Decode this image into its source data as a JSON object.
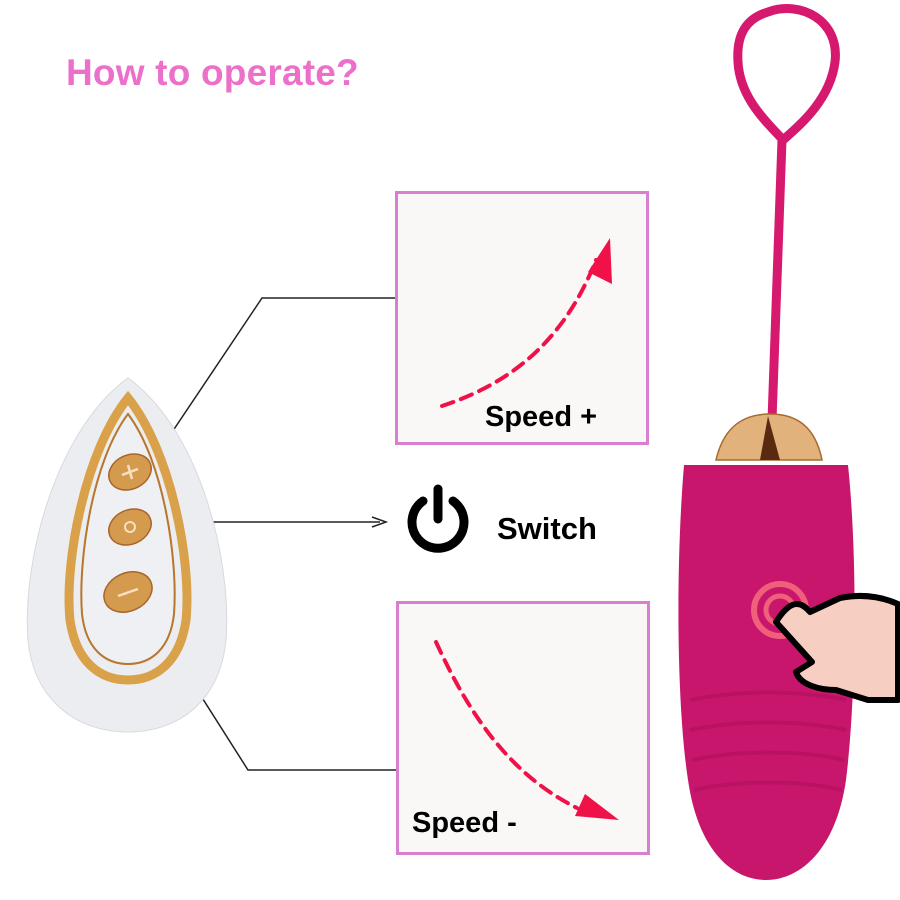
{
  "title": "How to operate?",
  "controls": [
    {
      "id": "speed-up",
      "label": "Speed +",
      "icon": "arrow-up-curve-icon"
    },
    {
      "id": "switch",
      "label": "Switch",
      "icon": "power-icon"
    },
    {
      "id": "speed-down",
      "label": "Speed -",
      "icon": "arrow-down-curve-icon"
    }
  ],
  "colors": {
    "title": "#ec6fc9",
    "panel_border": "#d97fd0",
    "arrow": "#ef1148",
    "device_body": "#c81870",
    "accent_gold": "#d9a24a"
  }
}
